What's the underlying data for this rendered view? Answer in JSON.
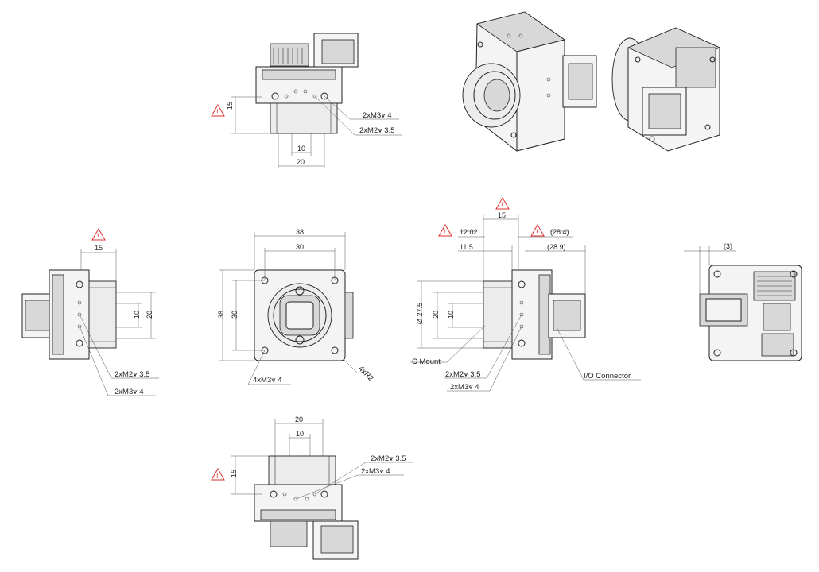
{
  "top_view": {
    "dim_height": "15",
    "dim_inner": "10",
    "dim_outer": "20",
    "callout_a": "2xM3⩛ 4",
    "callout_b": "2xM2⩛ 3.5",
    "warn_symbol": "!"
  },
  "left_view": {
    "dim_depth": "15",
    "dim_inner": "10",
    "dim_outer": "20",
    "callout_a": "2xM2⩛ 3.5",
    "callout_b": "2xM3⩛ 4",
    "warn_symbol": "!"
  },
  "front_view": {
    "dim_width_outer": "38",
    "dim_width_inner": "30",
    "dim_height_outer": "38",
    "dim_height_inner": "30",
    "callout_holes": "4xM3⩛ 4",
    "callout_radius": "4xR2"
  },
  "right_view": {
    "dim_15": "15",
    "dim_12_02": "12.02",
    "dim_28_4": "(28.4)",
    "dim_11_5": "11.5",
    "dim_28_9": "(28.9)",
    "dim_diameter": "Ø 27.5",
    "dim_20": "20",
    "dim_10": "10",
    "label_mount": "C Mount",
    "callout_a": "2xM2⩛ 3.5",
    "callout_b": "2xM3⩛ 4",
    "label_io": "I/O Connector",
    "warn_symbol": "!"
  },
  "back_view": {
    "dim_3": "(3)"
  },
  "bottom_view": {
    "dim_outer": "20",
    "dim_inner": "10",
    "dim_height": "15",
    "callout_a": "2xM2⩛ 3.5",
    "callout_b": "2xM3⩛ 4",
    "warn_symbol": "!"
  }
}
